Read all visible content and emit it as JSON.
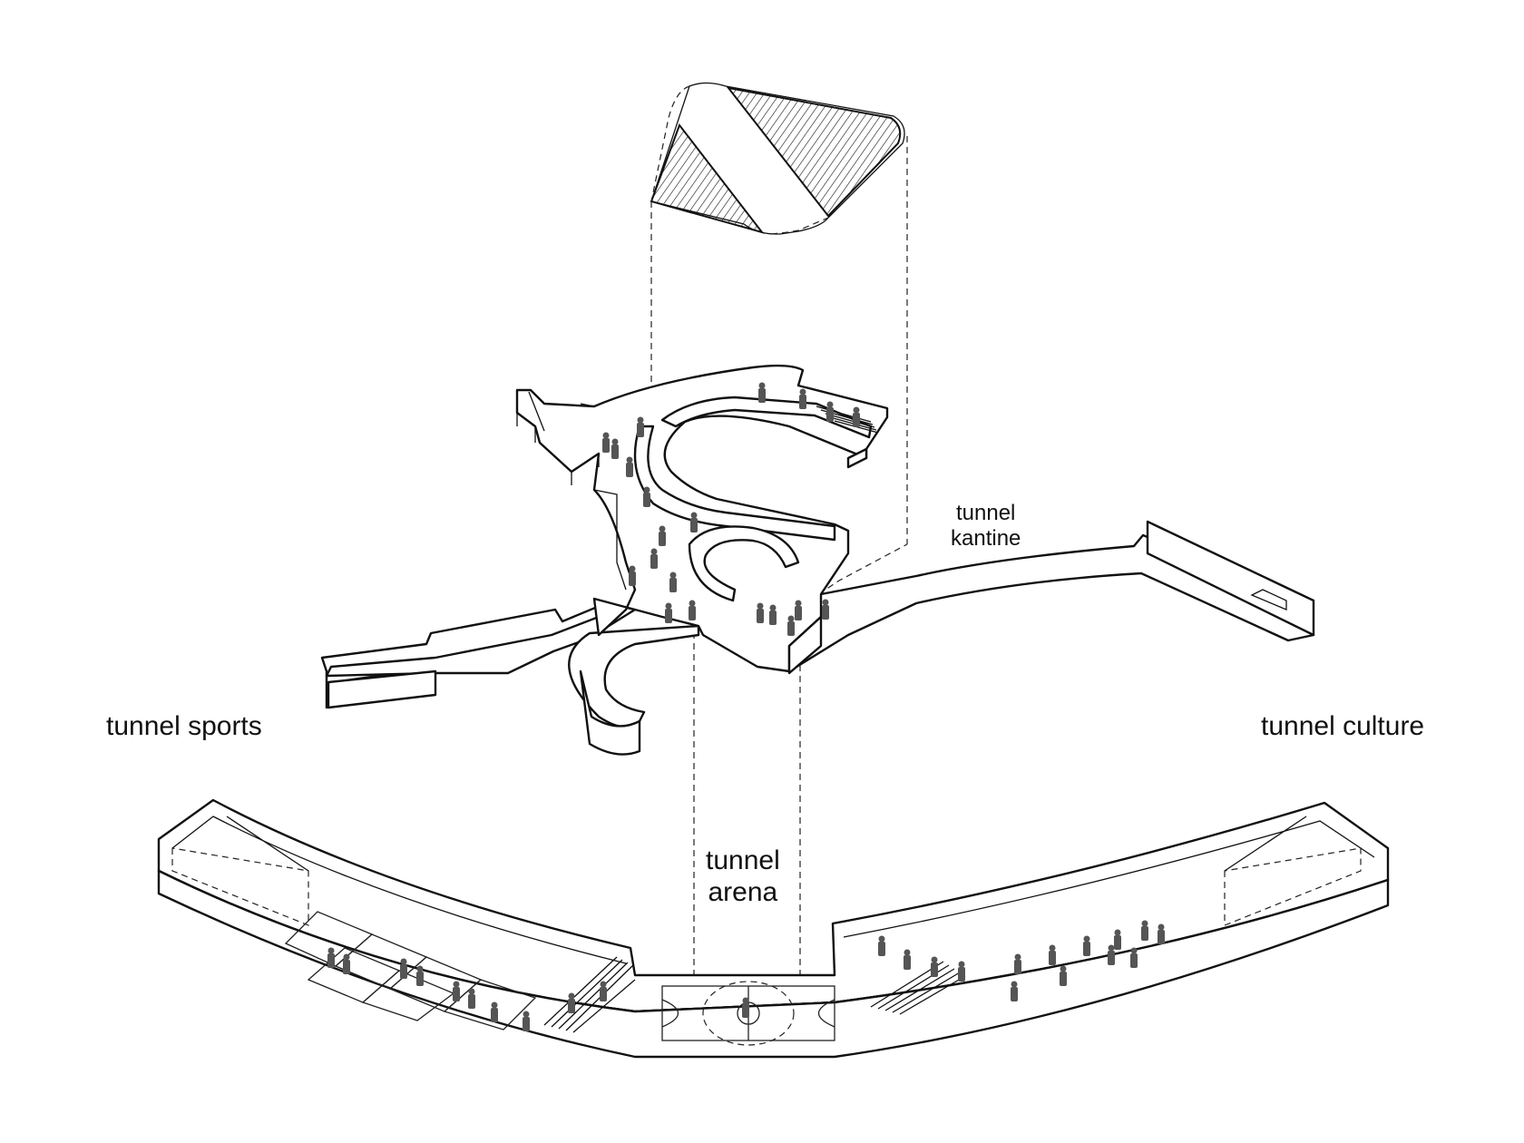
{
  "labels": {
    "kantine_line1": "tunnel",
    "kantine_line2": "kantine",
    "sports": "tunnel sports",
    "culture": "tunnel culture",
    "arena_line1": "tunnel",
    "arena_line2": "arena"
  },
  "colors": {
    "ink": "#111111",
    "figures": "#555555",
    "background": "#ffffff"
  }
}
